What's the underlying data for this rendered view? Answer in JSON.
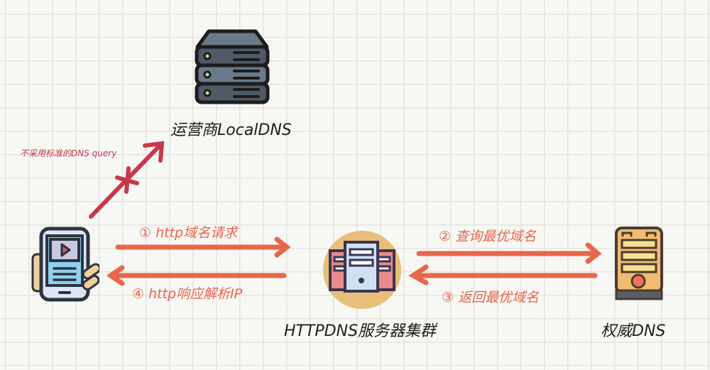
{
  "diagram": {
    "title": "HTTPDNS flow",
    "colors": {
      "background": "#f7f7f4",
      "grid": "#e3e3df",
      "flow_arrow": "#e8664a",
      "blocked_arrow": "#c9374a",
      "label_dark": "#1f1f1f"
    },
    "nodes": {
      "local_dns": {
        "label": "运营商LocalDNS",
        "icon": "server-stack-icon"
      },
      "client": {
        "label": "",
        "icon": "mobile-phone-icon"
      },
      "httpdns": {
        "label": "HTTPDNS服务器集群",
        "icon": "server-cluster-icon"
      },
      "auth_dns": {
        "label": "权威DNS",
        "icon": "server-tower-icon"
      }
    },
    "edges": [
      {
        "from": "client",
        "to": "local_dns",
        "label": "不采用标准的DNS query",
        "blocked": true
      },
      {
        "from": "client",
        "to": "httpdns",
        "step": "①",
        "label": "① http域名请求"
      },
      {
        "from": "httpdns",
        "to": "auth_dns",
        "step": "②",
        "label": "② 查询最优域名"
      },
      {
        "from": "auth_dns",
        "to": "httpdns",
        "step": "③",
        "label": "③ 返回最优域名"
      },
      {
        "from": "httpdns",
        "to": "client",
        "step": "④",
        "label": "④ http响应解析IP"
      }
    ]
  }
}
